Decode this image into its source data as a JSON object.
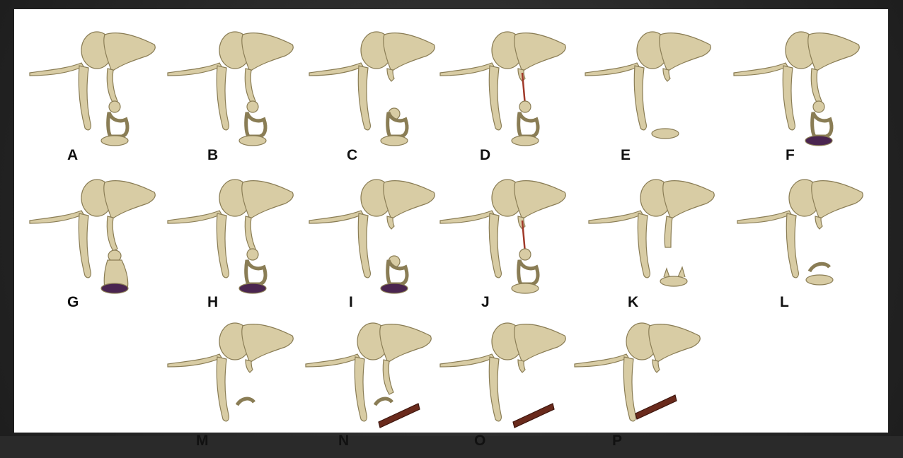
{
  "panels": [
    {
      "label": "A",
      "variant": "intact",
      "prosthesis": null
    },
    {
      "label": "B",
      "variant": "stapes-thin",
      "prosthesis": null
    },
    {
      "label": "C",
      "variant": "no-incus-lp",
      "prosthesis": null
    },
    {
      "label": "D",
      "variant": "wire-to-stapes",
      "prosthesis": "red-wire"
    },
    {
      "label": "E",
      "variant": "footplate-only",
      "prosthesis": null
    },
    {
      "label": "F",
      "variant": "intact-purple",
      "prosthesis": "purple-footplate"
    },
    {
      "label": "G",
      "variant": "piston-purple",
      "prosthesis": "purple-footplate"
    },
    {
      "label": "H",
      "variant": "stapes-thin-purple",
      "prosthesis": "purple-footplate"
    },
    {
      "label": "I",
      "variant": "no-incus-lp-purple",
      "prosthesis": "purple-footplate"
    },
    {
      "label": "J",
      "variant": "wire-to-stapes",
      "prosthesis": "red-wire"
    },
    {
      "label": "K",
      "variant": "broken-crura",
      "prosthesis": null
    },
    {
      "label": "L",
      "variant": "arch-only",
      "prosthesis": null
    },
    {
      "label": "M",
      "variant": "small-arch",
      "prosthesis": null
    },
    {
      "label": "N",
      "variant": "brown-bar-stapes",
      "prosthesis": "brown-bar"
    },
    {
      "label": "O",
      "variant": "brown-bar-only",
      "prosthesis": "brown-bar"
    },
    {
      "label": "P",
      "variant": "brown-bar-fixed",
      "prosthesis": "brown-bar"
    }
  ],
  "colors": {
    "bone": "#d8cca4",
    "bone_dark": "#8a7d55",
    "purple": "#4a2550",
    "red_wire": "#a0392a",
    "brown_bar": "#6a2a1c",
    "label": "#111111"
  }
}
